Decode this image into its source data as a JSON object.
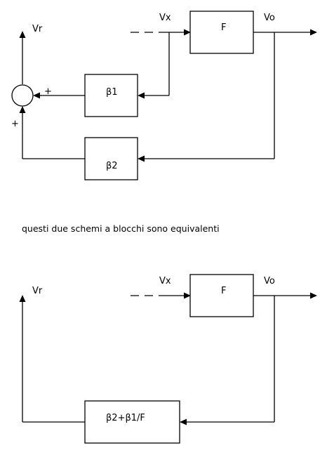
{
  "diagram1": {
    "vr": "Vr",
    "vx": "Vx",
    "vo": "Vo",
    "forward_block": "F",
    "feedback_block_1": "β1",
    "feedback_block_2": "β2",
    "sum_sign_1": "+",
    "sum_sign_2": "+"
  },
  "caption": "questi due schemi a blocchi sono equivalenti",
  "diagram2": {
    "vr": "Vr",
    "vx": "Vx",
    "vo": "Vo",
    "forward_block": "F",
    "feedback_block": "β2+β1/F"
  }
}
